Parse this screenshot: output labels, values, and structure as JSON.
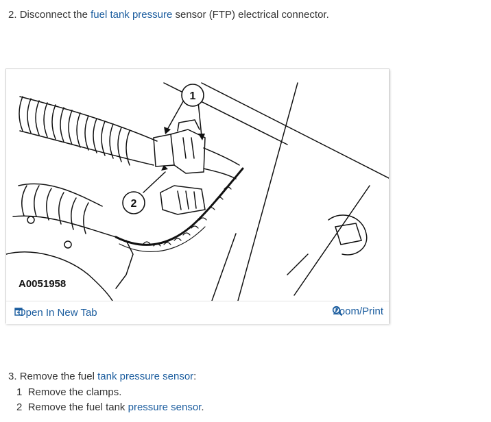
{
  "step2": {
    "number": "2.",
    "pre": "Disconnect the",
    "link": "fuel tank pressure",
    "post": "sensor (FTP) electrical connector."
  },
  "figure": {
    "code": "A0051958",
    "callout_1": "1",
    "callout_2": "2",
    "open_tab_label": "Open In New Tab",
    "open_tab_icon": "open-in-new-tab-icon",
    "zoom_label": "Zoom/Print",
    "zoom_icon": "magnifier-icon"
  },
  "step3": {
    "number": "3.",
    "pre": "Remove the fuel",
    "link": "tank pressure sensor",
    "post": ":"
  },
  "substeps": [
    {
      "number": "1",
      "pre": "Remove the clamps.",
      "link": "",
      "post": ""
    },
    {
      "number": "2",
      "pre": "Remove the fuel tank",
      "link": "pressure sensor",
      "post": "."
    }
  ],
  "colors": {
    "link": "#1a5c9e",
    "text": "#333333"
  }
}
